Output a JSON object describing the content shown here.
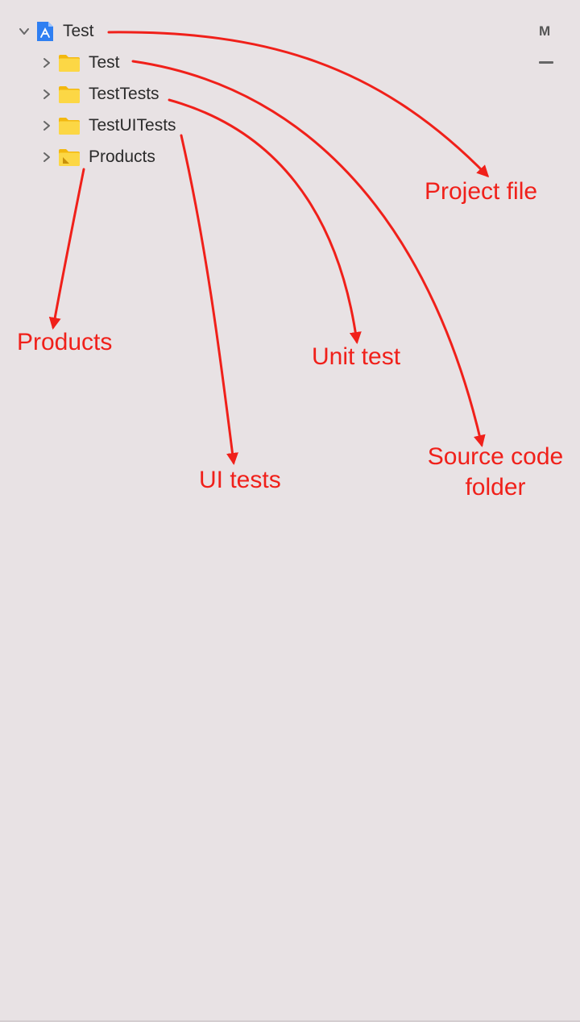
{
  "tree": {
    "root": {
      "label": "Test",
      "status": "M",
      "icon": "xcode-project-icon"
    },
    "children": [
      {
        "label": "Test",
        "status": "—"
      },
      {
        "label": "TestTests"
      },
      {
        "label": "TestUITests"
      },
      {
        "label": "Products"
      }
    ]
  },
  "annotations": {
    "project_file": "Project file",
    "products": "Products",
    "unit_test": "Unit test",
    "source_folder_line1": "Source code",
    "source_folder_line2": "folder",
    "ui_tests": "UI tests"
  },
  "colors": {
    "background": "#e8e2e4",
    "annotation": "#f0201a",
    "folder": "#fbd03f",
    "project_icon": "#2f7ff2"
  }
}
